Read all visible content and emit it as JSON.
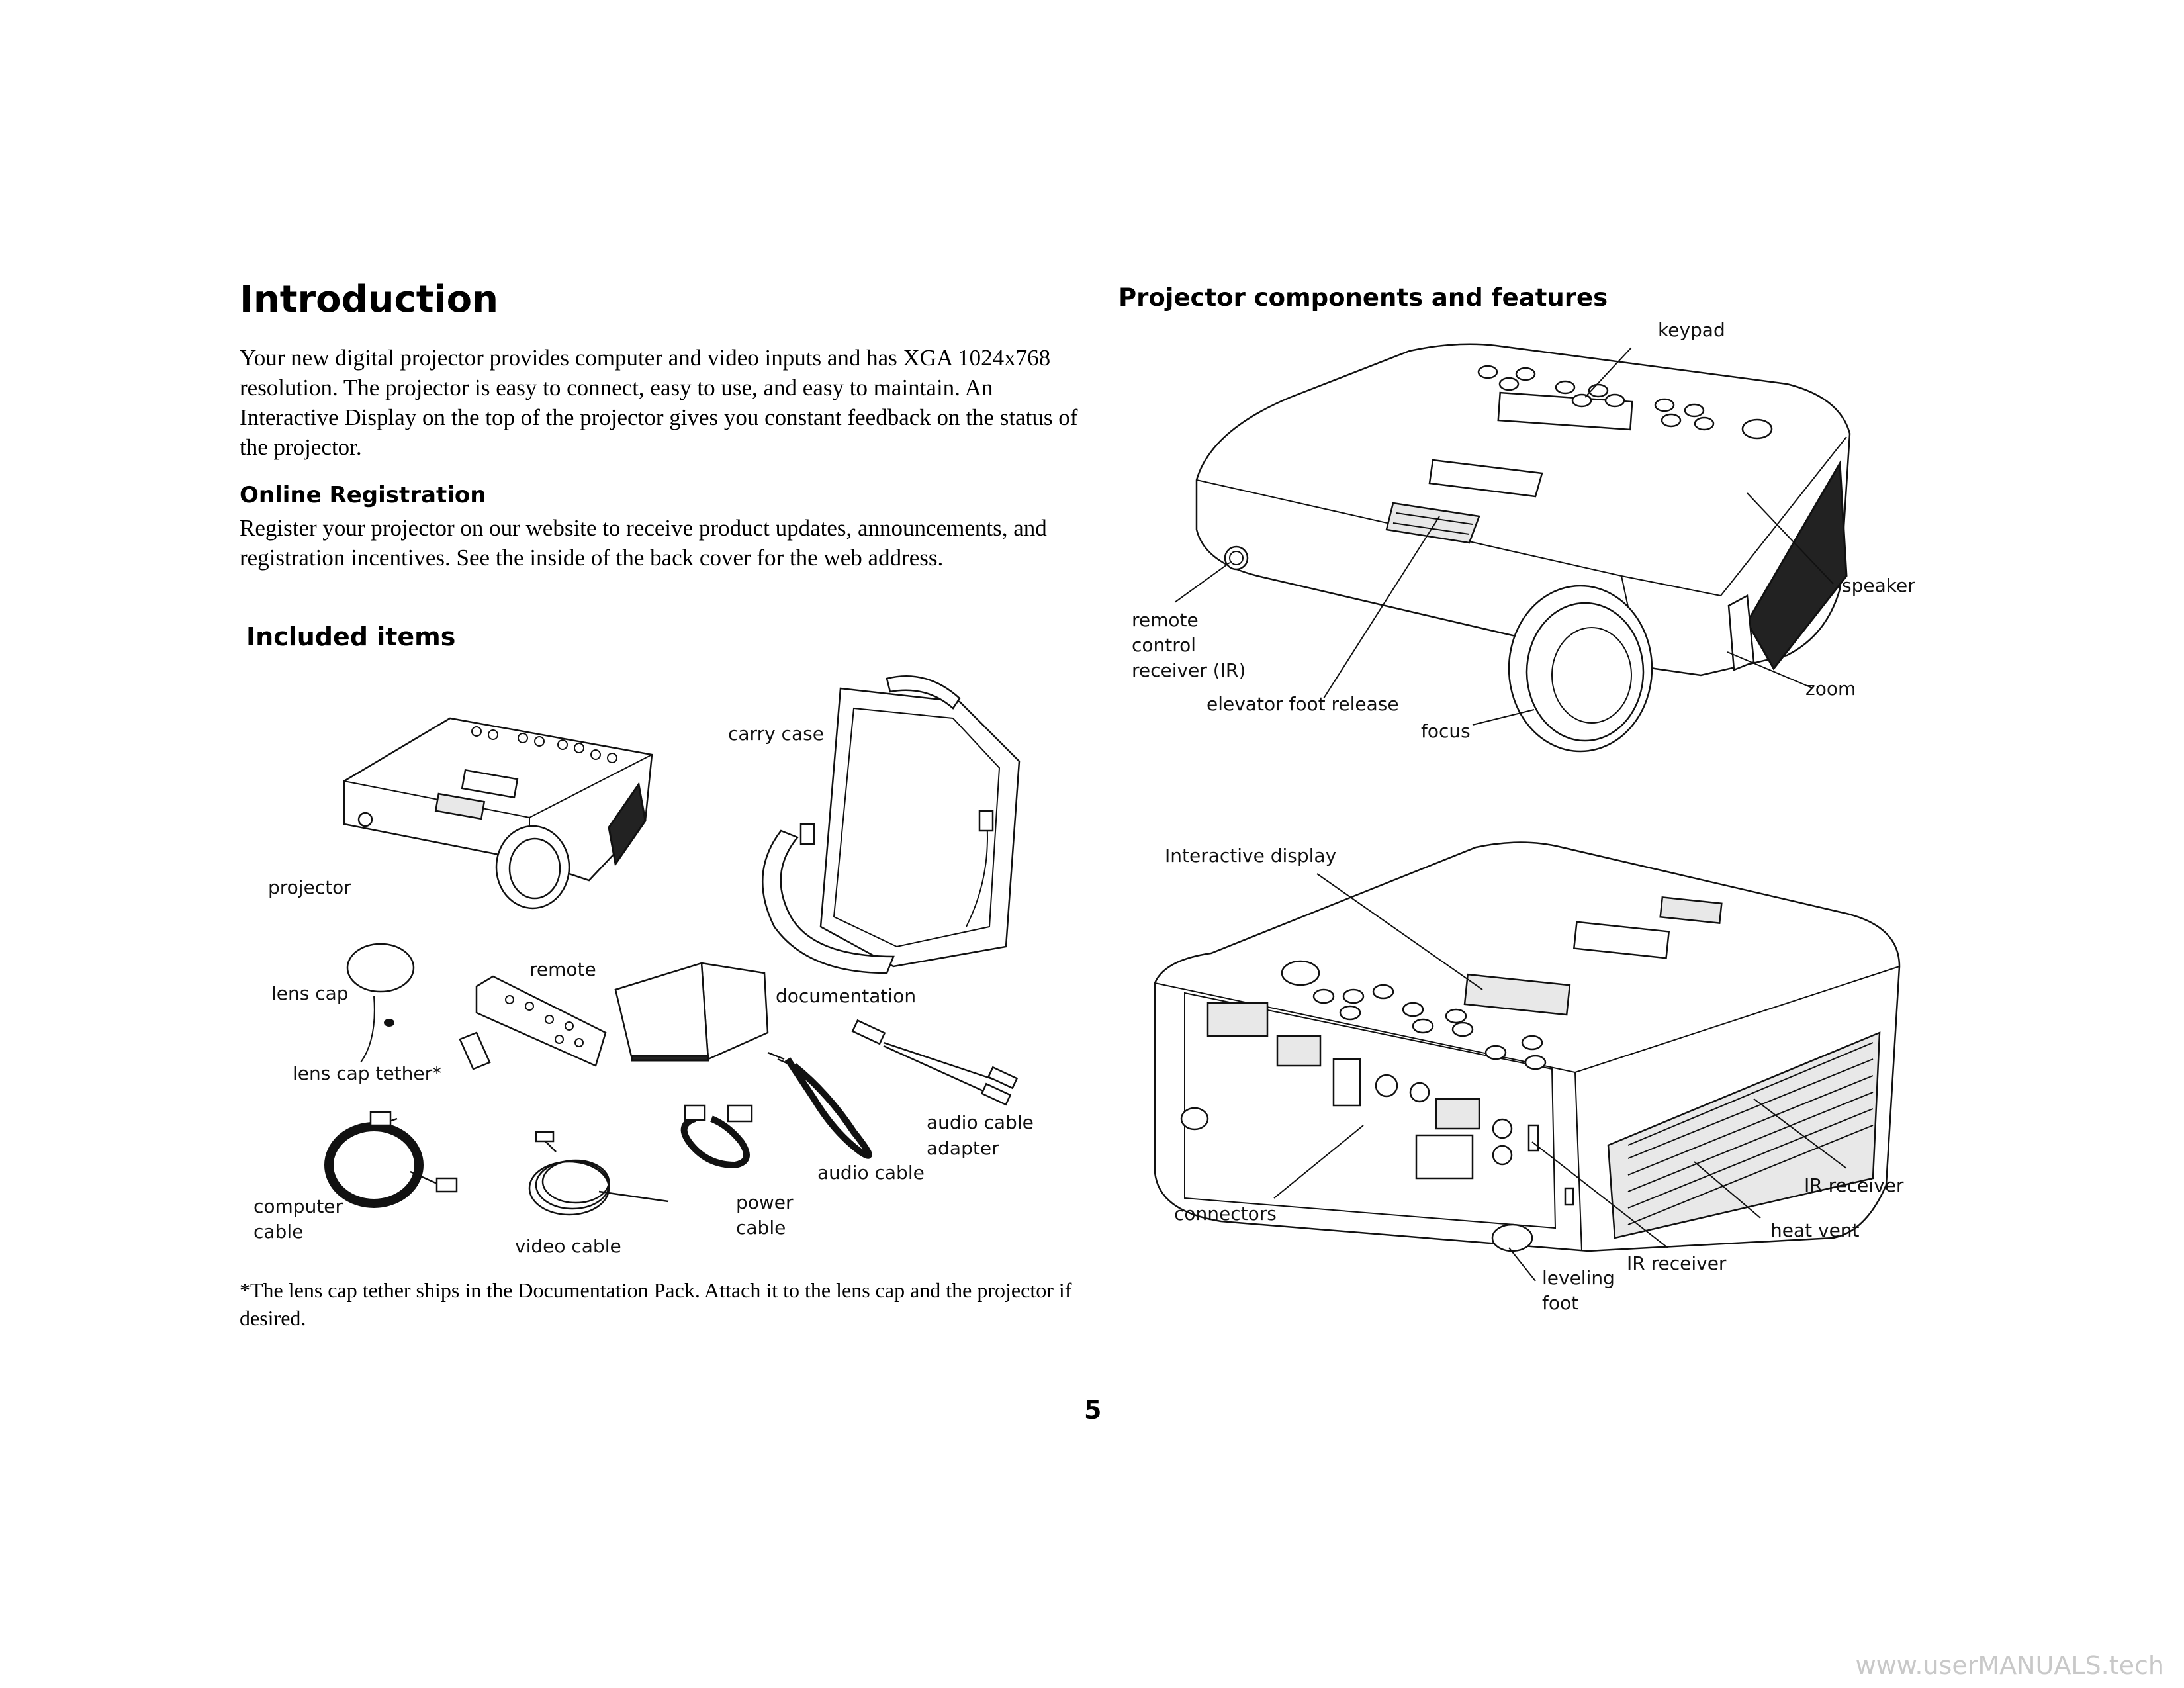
{
  "intro": {
    "title": "Introduction",
    "paragraph": "Your new digital projector provides computer and video inputs and has XGA 1024x768 resolution. The projector is easy to connect, easy to use, and easy to maintain. An Interactive Display on the top of the projector gives you constant feedback on the status of the projector."
  },
  "registration": {
    "heading": "Online Registration",
    "text": "Register your projector on our website to receive product updates, announcements, and registration incentives. See the inside of the back cover for the web address."
  },
  "included": {
    "heading": "Included items",
    "labels": {
      "carry_case": "carry case",
      "projector": "projector",
      "lens_cap": "lens cap",
      "remote": "remote",
      "documentation": "documentation",
      "lens_cap_tether": "lens cap tether*",
      "audio_cable_adapter_1": "audio cable",
      "audio_cable_adapter_2": "adapter",
      "computer_cable_1": "computer",
      "computer_cable_2": "cable",
      "audio_cable": "audio cable",
      "power_cable_1": "power",
      "power_cable_2": "cable",
      "video_cable": "video cable"
    },
    "footnote": "*The lens cap tether ships in the Documentation Pack. Attach it to the lens cap and the projector if desired."
  },
  "components": {
    "heading": "Projector components and features",
    "front_labels": {
      "keypad": "keypad",
      "speaker": "speaker",
      "remote_1": "remote",
      "remote_2": "control",
      "remote_3": "receiver (IR)",
      "elevator": "elevator foot release",
      "zoom": "zoom",
      "focus": "focus"
    },
    "rear_labels": {
      "interactive_display": "Interactive display",
      "ir_receiver_right": "IR receiver",
      "connectors": "connectors",
      "heat_vent": "heat vent",
      "ir_receiver_bottom": "IR receiver",
      "leveling_1": "leveling",
      "leveling_2": "foot"
    }
  },
  "page_number": "5",
  "watermark": "www.userMANUALS.tech"
}
